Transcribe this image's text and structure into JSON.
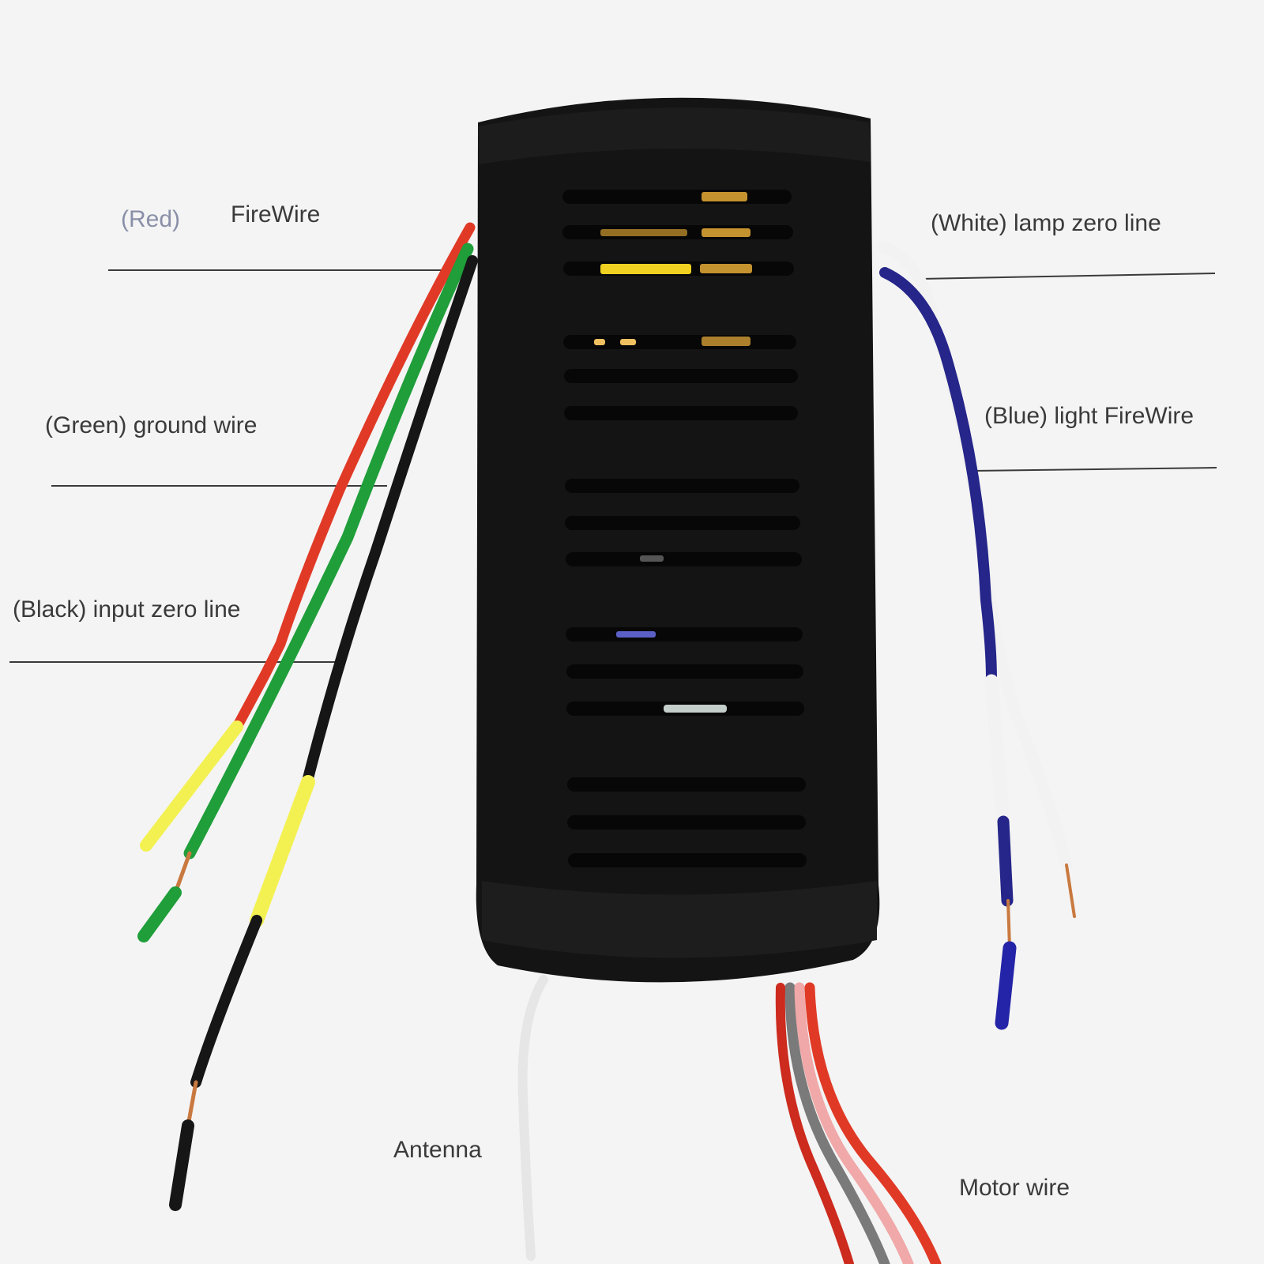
{
  "labels": {
    "red_color": "(Red)",
    "firewire": "FireWire",
    "white_lamp_zero": "(White) lamp zero line",
    "blue_light_firewire": "(Blue) light FireWire",
    "green_ground": "(Green) ground wire",
    "black_input_zero": "(Black) input zero line",
    "antenna": "Antenna",
    "motor_wire": "Motor wire"
  },
  "colors": {
    "background": "#f4f4f4",
    "housing": "#141414",
    "leader_line": "#3a3a3a",
    "red_wire": "#e03a26",
    "green_wire": "#1f9e3a",
    "black_wire": "#161616",
    "white_wire": "#f2f2f2",
    "blue_wire": "#25258a",
    "yellow_sleeve": "#f3f152",
    "amber_glow": "#d9a233"
  }
}
